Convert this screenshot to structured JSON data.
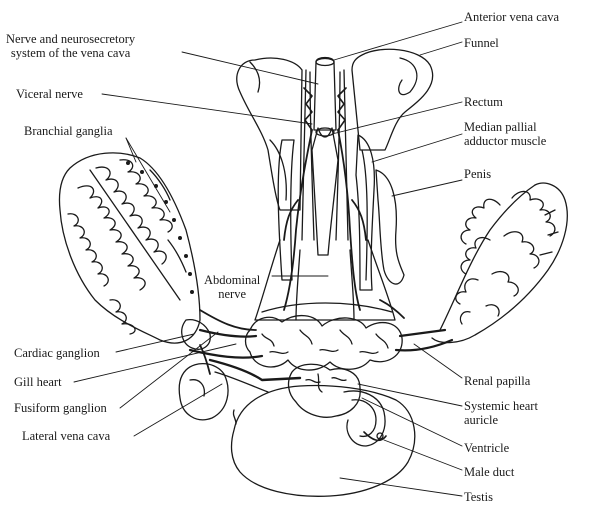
{
  "labels": {
    "anterior_vena_cava": "Anterior vena cava",
    "funnel": "Funnel",
    "nerve_neurosecretory": "Nerve and neurosecretory\nsystem of the vena cava",
    "visceral_nerve": "Viceral nerve",
    "rectum": "Rectum",
    "median_pallial": "Median pallial\nadductor muscle",
    "branchial_ganglia": "Branchial ganglia",
    "penis": "Penis",
    "abdominal_nerve": "Abdominal\nnerve",
    "cardiac_ganglion": "Cardiac ganglion",
    "gill_heart": "Gill heart",
    "fusiform_ganglion": "Fusiform ganglion",
    "lateral_vena_cava": "Lateral vena cava",
    "renal_papilla": "Renal papilla",
    "systemic_heart": "Systemic heart\nauricle",
    "ventricle": "Ventricle",
    "male_duct": "Male duct",
    "testis": "Testis"
  },
  "colors": {
    "ink": "#1a1a1a",
    "vessel_fill": "#2a2a2a",
    "paper": "#ffffff"
  }
}
